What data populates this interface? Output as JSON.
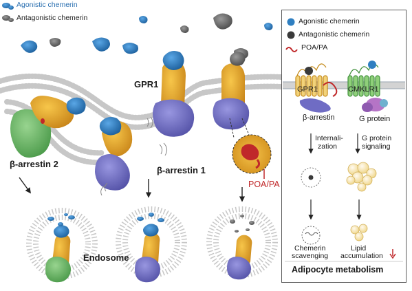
{
  "legend_top": {
    "agonist": "Agonistic chemerin",
    "antagonist": "Antagonistic chemerin"
  },
  "scene": {
    "gpr1": "GPR1",
    "barrestin2": "β-arrestin 2",
    "barrestin1": "β-arrestin 1",
    "poa_pa": "POA/PA",
    "endosome": "Endosome"
  },
  "panel": {
    "legend": {
      "agonist": "Agonistic chemerin",
      "antagonist": "Antagonistic chemerin",
      "poa": "POA/PA"
    },
    "gpr1": "GPR1",
    "cmklr1": "CMKLR1",
    "barrestin": "β-arrestin",
    "gprotein": "G protein",
    "internalization": [
      "Internali-",
      "zation"
    ],
    "gprotein_signaling": [
      "G protein",
      "signaling"
    ],
    "chemerin_scavenging": [
      "Chemerin",
      "scavenging"
    ],
    "lipid_accumulation": [
      "Lipid",
      "accumulation"
    ],
    "footer": "Adipocyte metabolism"
  },
  "colors": {
    "agonist": "#2f7fc1",
    "antagonist": "#3a3a3a",
    "receptor": "#e8a92a",
    "arrestin_purple": "#6f6cc4",
    "arrestin_green": "#6cb56a",
    "poa": "#c0282a",
    "membrane": "#a9a9a9",
    "lipid": "#f6e3a6"
  }
}
